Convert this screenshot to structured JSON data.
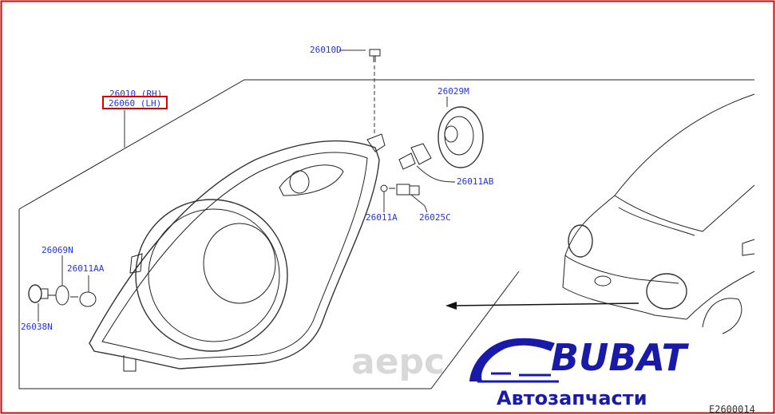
{
  "diagram": {
    "parts": [
      {
        "id": "26010D"
      },
      {
        "id": "26029M"
      },
      {
        "id": "26011AB"
      },
      {
        "id": "26011A"
      },
      {
        "id": "26025C"
      },
      {
        "id": "26069N"
      },
      {
        "id": "26011AA"
      },
      {
        "id": "26038N"
      }
    ],
    "assembly_rh": "26010 (RH)",
    "assembly_lh": "26060 (LH)",
    "highlight_color": "#e00000",
    "label_color": "#2233ee",
    "diagram_code": "E2600014"
  },
  "watermark": {
    "text": "aepc"
  },
  "logo": {
    "brand": "BUBAT",
    "tagline": "Автозапчасти",
    "color": "#1a1aa8"
  }
}
